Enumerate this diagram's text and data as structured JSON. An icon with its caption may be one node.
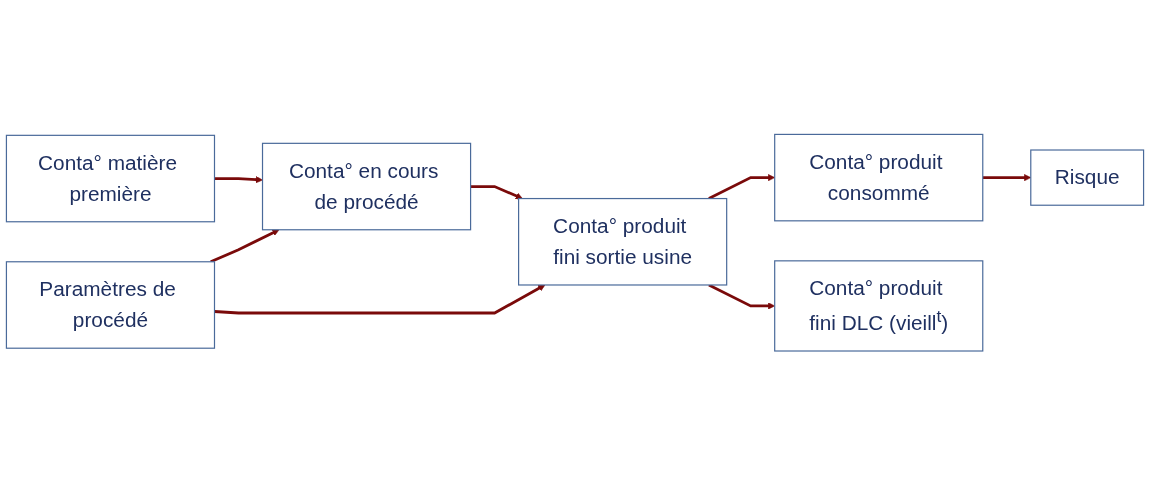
{
  "diagram": {
    "nodes": [
      {
        "text": [
          "Conta° matière première"
        ]
      },
      {
        "text": [
          "Conta° en cours de procédé"
        ]
      },
      {
        "text": [
          "Conta° produit fini sortie usine"
        ]
      },
      {
        "text": [
          "Conta° produit consommé"
        ]
      },
      {
        "text": [
          "Risque"
        ]
      },
      {
        "text": [
          "Conta° produit fini DLC (vieill$^{t}$)"
        ]
      },
      {
        "text": [
          "Paramètres de procédé"
        ]
      }
    ],
    "edges": [
      {
        "from": 0,
        "to": 1,
        "arrow": "to"
      },
      {
        "from": 1,
        "to": 2,
        "arrow": "to"
      },
      {
        "from": 2,
        "to": 3,
        "arrow": "to"
      },
      {
        "from": 3,
        "to": 4,
        "arrow": "to"
      },
      {
        "from": 2,
        "to": 5,
        "arrow": "to"
      },
      {
        "from": 6,
        "to": 1,
        "arrow": "to"
      },
      {
        "from": 6,
        "to": 2,
        "arrow": "to"
      }
    ]
  }
}
